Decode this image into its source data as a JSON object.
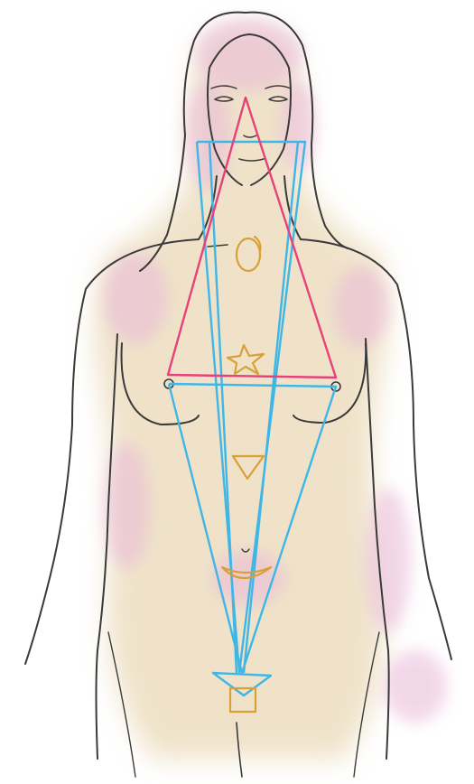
{
  "figure": {
    "subject": "female-torso-sketch",
    "colors": {
      "outline": "#3a3a3a",
      "wash_skin": "#ead9b8",
      "wash_pink": "#e9b8d8",
      "upward_triangle": "#e8407a",
      "downward_lines": "#3fb6e6",
      "symbols": "#d9a036"
    },
    "symbols": [
      {
        "name": "throat-oval-icon",
        "shape": "oval"
      },
      {
        "name": "heart-star-icon",
        "shape": "star"
      },
      {
        "name": "solar-plexus-triangle-icon",
        "shape": "downward-triangle"
      },
      {
        "name": "navel-crescent-icon",
        "shape": "crescent"
      },
      {
        "name": "root-square-icon",
        "shape": "square"
      }
    ]
  }
}
